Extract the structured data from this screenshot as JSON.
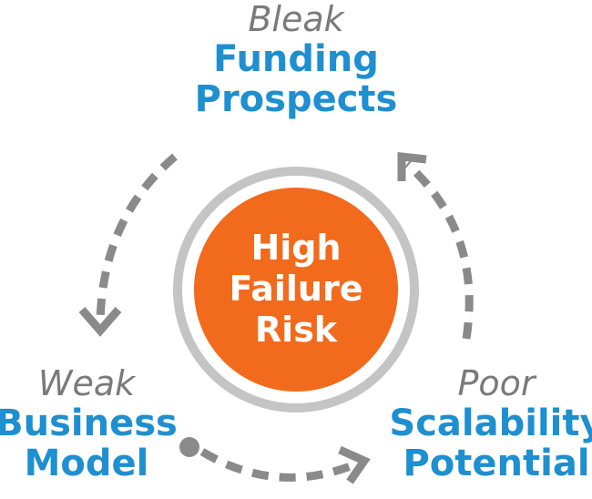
{
  "center": {
    "lines": [
      "High",
      "Failure",
      "Risk"
    ]
  },
  "nodes": {
    "top": {
      "qualifier": "Bleak",
      "line1": "Funding",
      "line2": "Prospects"
    },
    "left": {
      "qualifier": "Weak",
      "line1": "Business",
      "line2": "Model"
    },
    "right": {
      "qualifier": "Poor",
      "line1": "Scalability",
      "line2": "Potential"
    }
  },
  "colors": {
    "accent_blue": "#1e8fd0",
    "qualifier_gray": "#7a7a7a",
    "core_orange": "#f26b1d",
    "ring_gray": "#c4c4c4",
    "arrow_gray": "#8a8a8a"
  },
  "icons": {
    "arrows": [
      "dashed-arrow-left-down",
      "dashed-arrow-bottom-right",
      "dashed-arrow-right-up"
    ]
  }
}
